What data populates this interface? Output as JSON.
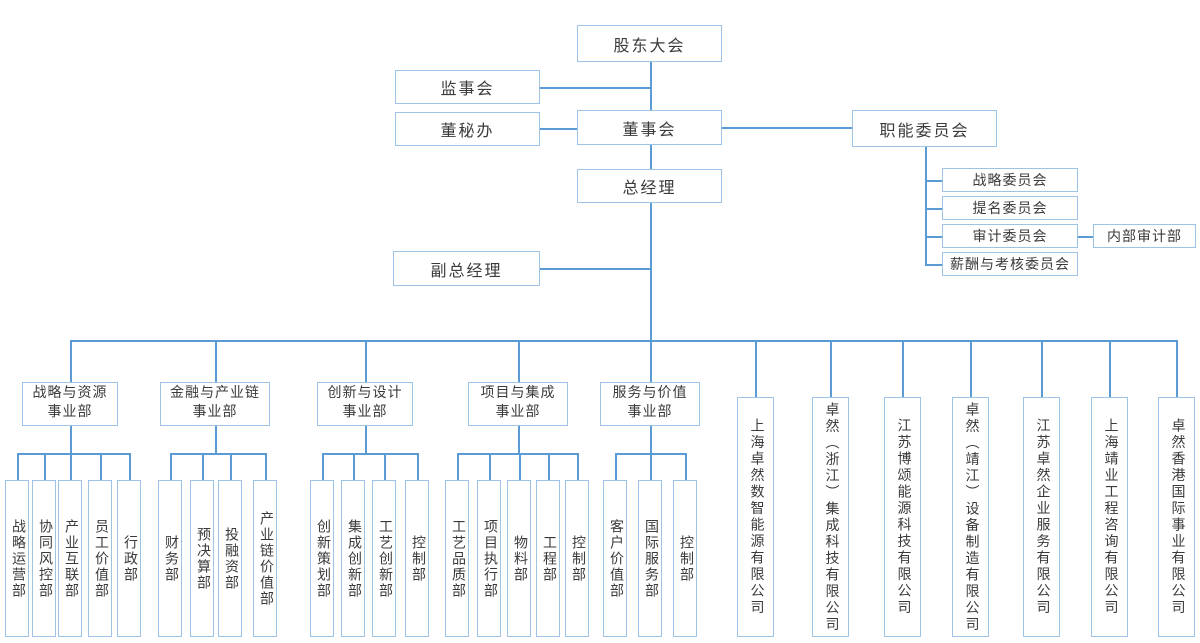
{
  "chart_type": "organization-chart",
  "colors": {
    "line": "#5B9BD5",
    "box_border": "#9DC3E6",
    "text": "#3A3A3A",
    "background": "#FFFFFF"
  },
  "nodes": {
    "shareholders_meeting": {
      "label": "股东大会"
    },
    "supervisory_board": {
      "label": "监事会"
    },
    "board_secretary_office": {
      "label": "董秘办"
    },
    "board_of_directors": {
      "label": "董事会"
    },
    "functional_committees": {
      "label": "职能委员会"
    },
    "general_manager": {
      "label": "总经理"
    },
    "deputy_general_manager": {
      "label": "副总经理"
    },
    "committees": [
      {
        "label": "战略委员会"
      },
      {
        "label": "提名委员会"
      },
      {
        "label": "审计委员会"
      },
      {
        "label": "薪酬与考核委员会"
      }
    ],
    "internal_audit_dept": {
      "label": "内部审计部"
    },
    "divisions": [
      {
        "label": "战略与资源\n事业部",
        "departments": [
          "战略运营部",
          "协同风控部",
          "产业互联部",
          "员工价值部",
          "行政部"
        ]
      },
      {
        "label": "金融与产业链\n事业部",
        "departments": [
          "财务部",
          "预决算部",
          "投融资部",
          "产业链价值部"
        ]
      },
      {
        "label": "创新与设计\n事业部",
        "departments": [
          "创新策划部",
          "集成创新部",
          "工艺创新部",
          "控制部"
        ]
      },
      {
        "label": "项目与集成\n事业部",
        "departments": [
          "工艺品质部",
          "项目执行部",
          "物料部",
          "工程部",
          "控制部"
        ]
      },
      {
        "label": "服务与价值\n事业部",
        "departments": [
          "客户价值部",
          "国际服务部",
          "控制部"
        ]
      }
    ],
    "subsidiaries": [
      {
        "label": "上海卓然数智能源有限公司"
      },
      {
        "label": "卓然（浙江）集成科技有限公司"
      },
      {
        "label": "江苏博颂能源科技有限公司"
      },
      {
        "label": "卓然（靖江）设备制造有限公司"
      },
      {
        "label": "江苏卓然企业服务有限公司"
      },
      {
        "label": "上海靖业工程咨询有限公司"
      },
      {
        "label": "卓然香港国际事业有限公司"
      }
    ]
  }
}
